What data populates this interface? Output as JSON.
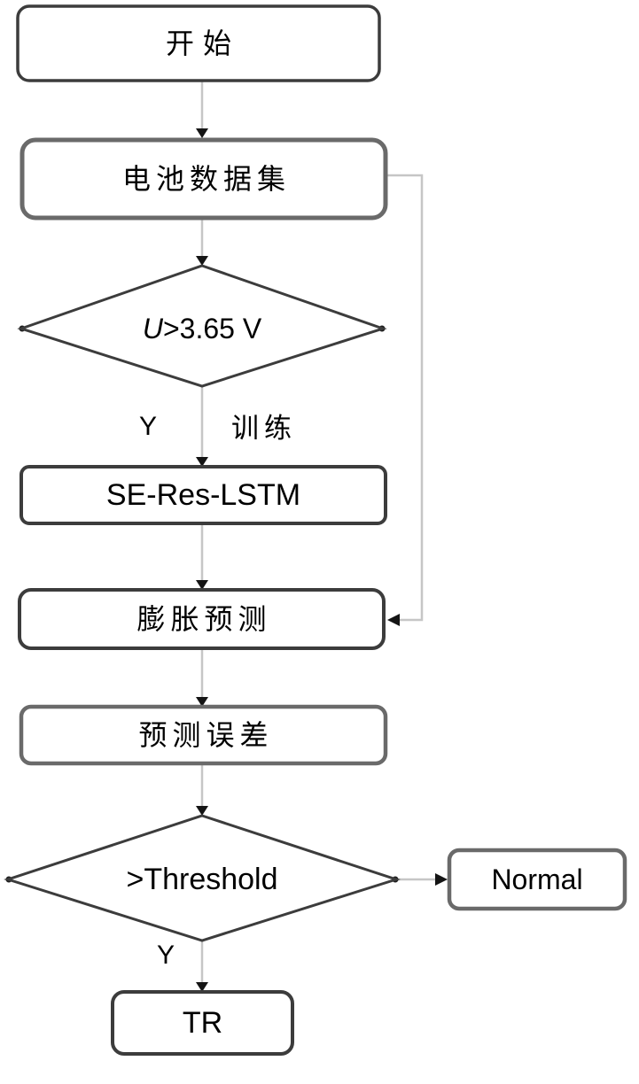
{
  "diagram": {
    "type": "flowchart",
    "background": "#ffffff",
    "colors": {
      "node_fill": "#ffffff",
      "border_dark": "#3c3c3c",
      "border_medium": "#6a6a6a",
      "connector": "#c6c6c6",
      "arrowhead": "#141414",
      "vertex_dot": "#1c1c1c",
      "text": "#000000"
    },
    "nodes": {
      "start": {
        "label": "开始",
        "shape": "rounded-rect"
      },
      "dataset": {
        "label": "电池数据集",
        "shape": "rounded-rect"
      },
      "voltage_decision": {
        "label_var": "U",
        "label_rest": ">3.65 V",
        "shape": "diamond"
      },
      "model": {
        "label": "SE-Res-LSTM",
        "shape": "rounded-rect"
      },
      "expansion": {
        "label": "膨胀预测",
        "shape": "rounded-rect"
      },
      "error": {
        "label": "预测误差",
        "shape": "rounded-rect"
      },
      "threshold_decision": {
        "label": ">Threshold",
        "shape": "diamond"
      },
      "normal": {
        "label": "Normal",
        "shape": "rounded-rect"
      },
      "tr": {
        "label": "TR",
        "shape": "rounded-rect"
      }
    },
    "edge_labels": {
      "voltage_yes": "Y",
      "train": "训练",
      "threshold_yes": "Y"
    }
  }
}
